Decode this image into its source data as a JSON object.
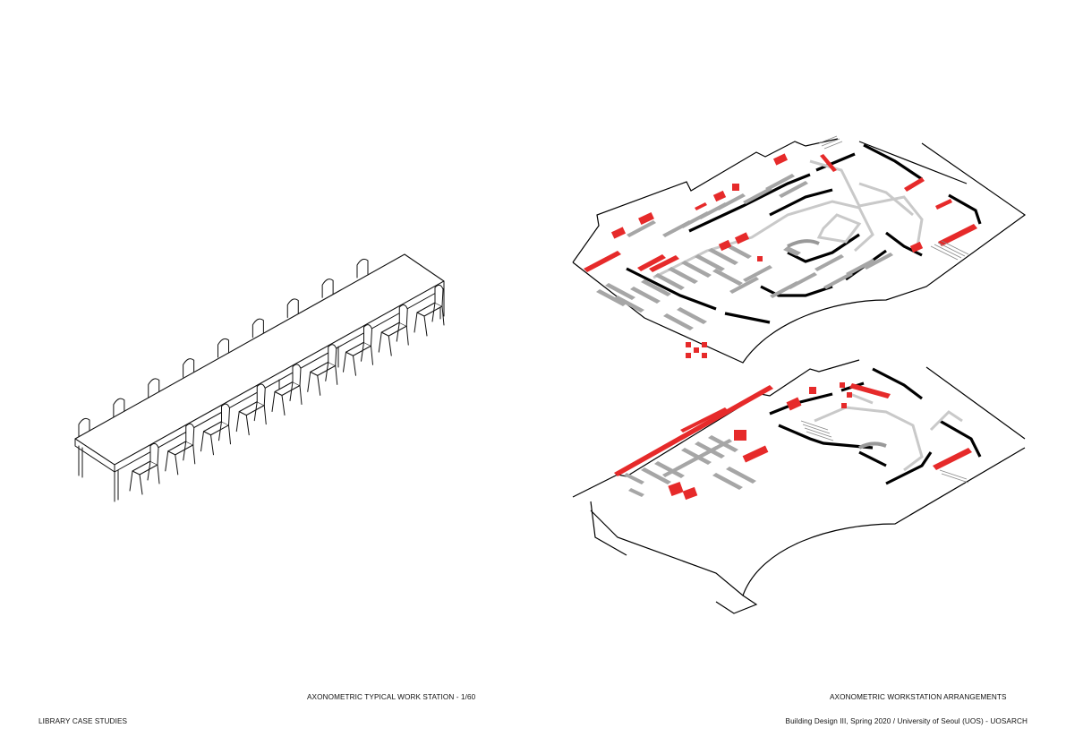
{
  "captions": {
    "left": "AXONOMETRIC TYPICAL WORK STATION - 1/60",
    "right": "AXONOMETRIC WORKSTATION ARRANGEMENTS"
  },
  "footer": {
    "left": "LIBRARY CASE STUDIES",
    "right": "Building Design III, Spring 2020 / University of Seoul (UOS) - UOSARCH"
  },
  "colors": {
    "workstation": "#e62a2a",
    "furniture": "#a6a6a6",
    "wall": "#000000",
    "circulation": "#c8c8c8"
  },
  "chairs_per_side": 9
}
